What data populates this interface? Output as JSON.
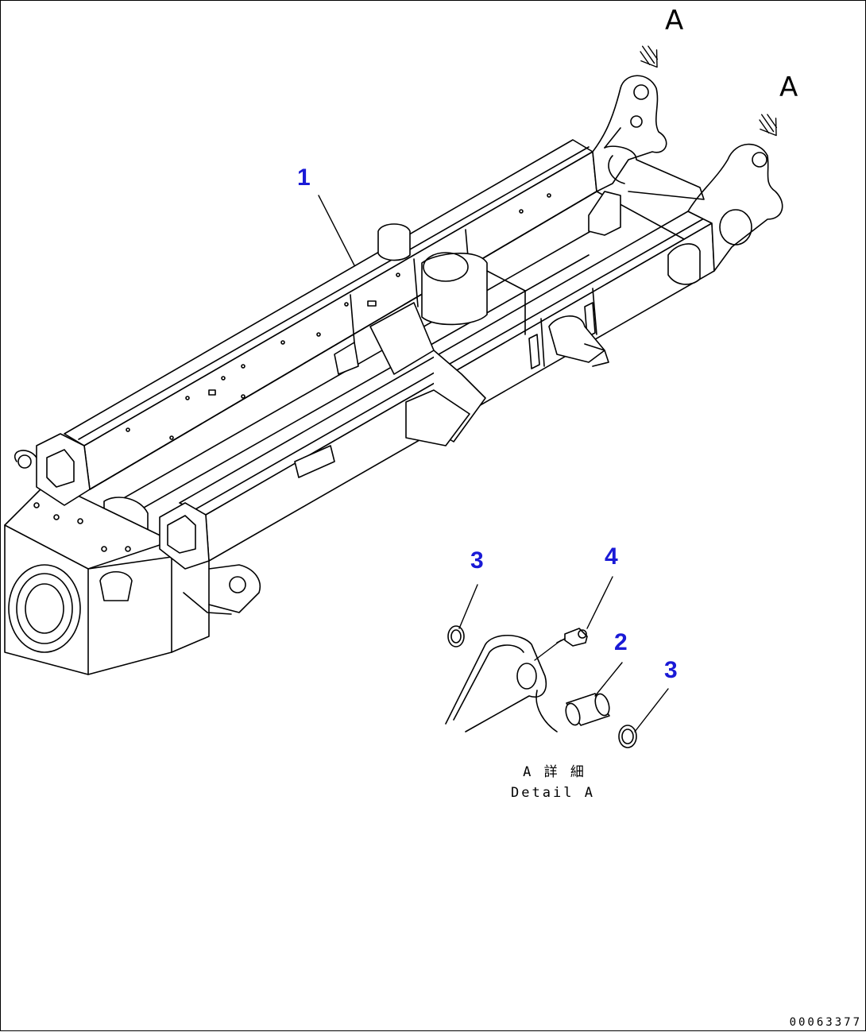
{
  "diagram": {
    "view_marker": "A",
    "callouts": [
      {
        "id": "1",
        "part": "frame"
      },
      {
        "id": "2",
        "part": "pin"
      },
      {
        "id": "3",
        "part": "ring-left"
      },
      {
        "id": "3",
        "part": "ring-right"
      },
      {
        "id": "4",
        "part": "grease-fitting"
      }
    ],
    "detail_caption_jp": "A 詳 細",
    "detail_caption_en": "Detail A",
    "drawing_number": "00063377"
  }
}
